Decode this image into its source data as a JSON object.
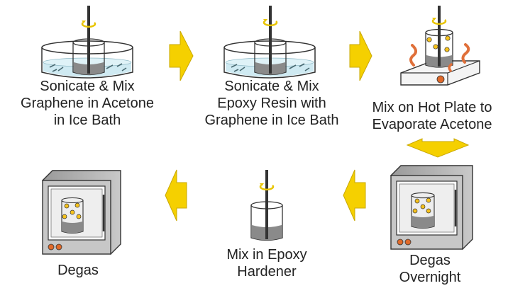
{
  "steps": [
    {
      "line1": "Sonicate & Mix",
      "line2": "Graphene in Acetone",
      "line3": "in Ice Bath"
    },
    {
      "line1": "Sonicate & Mix",
      "line2": "Epoxy Resin with",
      "line3": "Graphene in Ice Bath"
    },
    {
      "line1": "Mix on Hot Plate to",
      "line2": "Evaporate Acetone"
    },
    {
      "line1": "Degas",
      "line2": "Overnight"
    },
    {
      "line1": "Mix in Epoxy",
      "line2": "Hardener"
    },
    {
      "line1": "Degas"
    }
  ],
  "colors": {
    "arrow": "#f5d000",
    "arrow_stroke": "#c9a800",
    "outline": "#333333",
    "ice_water": "#cfeaf2",
    "heat": "#e0703a",
    "particle": "#f6c21c",
    "oven_gray": "#b8b8b8",
    "knob": "#e06a2a"
  }
}
